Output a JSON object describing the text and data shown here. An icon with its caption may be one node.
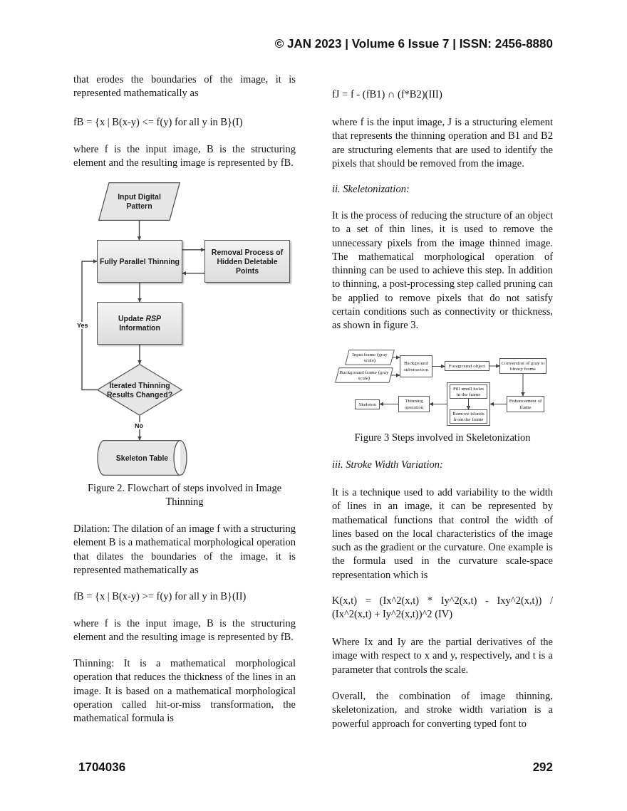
{
  "diagram": {
    "nodes": [
      {
        "text": [
          "Input Digital Pattern"
        ]
      },
      {
        "text": [
          "Fully Parallel Thinning"
        ]
      },
      {
        "text": [
          "Removal Process of Hidden Deletable Points"
        ]
      },
      {
        "text": [
          "Update *RSP* Information"
        ]
      },
      {
        "text": [
          "Iterated Thinning Results Changed?"
        ]
      },
      {
        "text": [
          "Skeleton Table"
        ]
      },
      {
        "text": [
          "Input frame (gray scale)"
        ]
      },
      {
        "text": [
          "Background frame (gray scale)"
        ]
      },
      {
        "text": [
          "Background substraction"
        ]
      },
      {
        "text": [
          "Foreground object"
        ]
      },
      {
        "text": [
          "Conversion of gray to binary frame"
        ]
      },
      {
        "text": [
          "Enhancement of frame"
        ]
      },
      {
        "text": [],
        "shape": "box"
      },
      {
        "text": [
          "Fill small holes in the frame"
        ],
        "in": 12
      },
      {
        "text": [
          "Remove islands from the frame"
        ],
        "in": 12
      },
      {
        "text": [
          "Thinning operation"
        ]
      },
      {
        "text": [
          "Skeleton"
        ]
      }
    ],
    "edges": [
      {
        "from": 0,
        "to": 1,
        "arrow": "to"
      },
      {
        "from": 1,
        "to": 2,
        "arrow": "to"
      },
      {
        "from": 2,
        "to": 1,
        "arrow": "to"
      },
      {
        "from": 1,
        "to": 3,
        "arrow": "to"
      },
      {
        "from": 3,
        "to": 4,
        "arrow": "to"
      },
      {
        "from": 4,
        "to": 1,
        "arrow": "to",
        "label": "Yes"
      },
      {
        "from": 4,
        "to": 5,
        "arrow": "to",
        "label": "No"
      },
      {
        "from": 6,
        "to": 8,
        "arrow": "to"
      },
      {
        "from": 7,
        "to": 8,
        "arrow": "to"
      },
      {
        "from": 8,
        "to": 9,
        "arrow": "to"
      },
      {
        "from": 9,
        "to": 10,
        "arrow": "to"
      },
      {
        "from": 10,
        "to": 11,
        "arrow": "to"
      },
      {
        "from": 11,
        "to": 12,
        "arrow": "to"
      },
      {
        "from": 13,
        "to": 14,
        "arrow": "to"
      },
      {
        "from": 12,
        "to": 15,
        "arrow": "to"
      },
      {
        "from": 15,
        "to": 16,
        "arrow": "to"
      }
    ],
    "labels": [
      "© JAN 2023 | Volume 6 Issue 7 | ISSN: 2456-8880",
      "that erodes the boundaries of the image, it is represented mathematically as",
      "fB = {x | B(x-y) <= f(y) for all y in B}(I)",
      "where f is the input image, B is the structuring element and the resulting image is represented by fB.",
      "Figure 2. Flowchart of steps involved in Image Thinning",
      "Dilation: The dilation of an image f with a structuring element B is a mathematical morphological operation that dilates the boundaries of the image, it is represented mathematically as",
      "fB = {x | B(x-y) >= f(y) for all y in B}(II)",
      "where f is the input image, B is the structuring element and the resulting image is represented by fB.",
      "Thinning: It is a mathematical morphological operation that reduces the thickness of the lines in an image. It is based on a mathematical morphological operation called hit-or-miss transformation, the mathematical formula is",
      "fJ = f - (fB1) ∩ (f*B2)(III)",
      "where f is the input image, J is a structuring element that represents the thinning operation and B1 and B2 are structuring elements that are used to identify the pixels that should be removed from the image.",
      "ii. Skeletonization:",
      "It is the process of reducing the structure of an object to a set of thin lines, it is used to remove the unnecessary pixels from the image thinned image. The mathematical morphological operation of thinning can be used to achieve this step. In addition to thinning, a post-processing step called pruning can be applied to remove pixels that do not satisfy certain conditions such as connectivity or thickness, as shown in figure 3.",
      "Figure 3 Steps involved in Skeletonization",
      "iii. Stroke Width Variation:",
      "It is a technique used to add variability to the width of lines in an image, it can be represented by mathematical functions that control the width of lines based on the local characteristics of the image such as the gradient or the curvature. One example is the formula used in the curvature scale-space representation which is",
      "K(x,t) = (Ix^2(x,t) * Iy^2(x,t) - Ixy^2(x,t)) / (Ix^2(x,t) + Iy^2(x,t))^2 (IV)",
      "Where Ix and Iy are the partial derivatives of the image with respect to x and y, respectively, and t is a parameter that controls the scale.",
      "Overall, the combination of image thinning, skeletonization, and stroke width variation is a powerful approach for converting typed font to",
      "1704036",
      "292"
    ]
  }
}
